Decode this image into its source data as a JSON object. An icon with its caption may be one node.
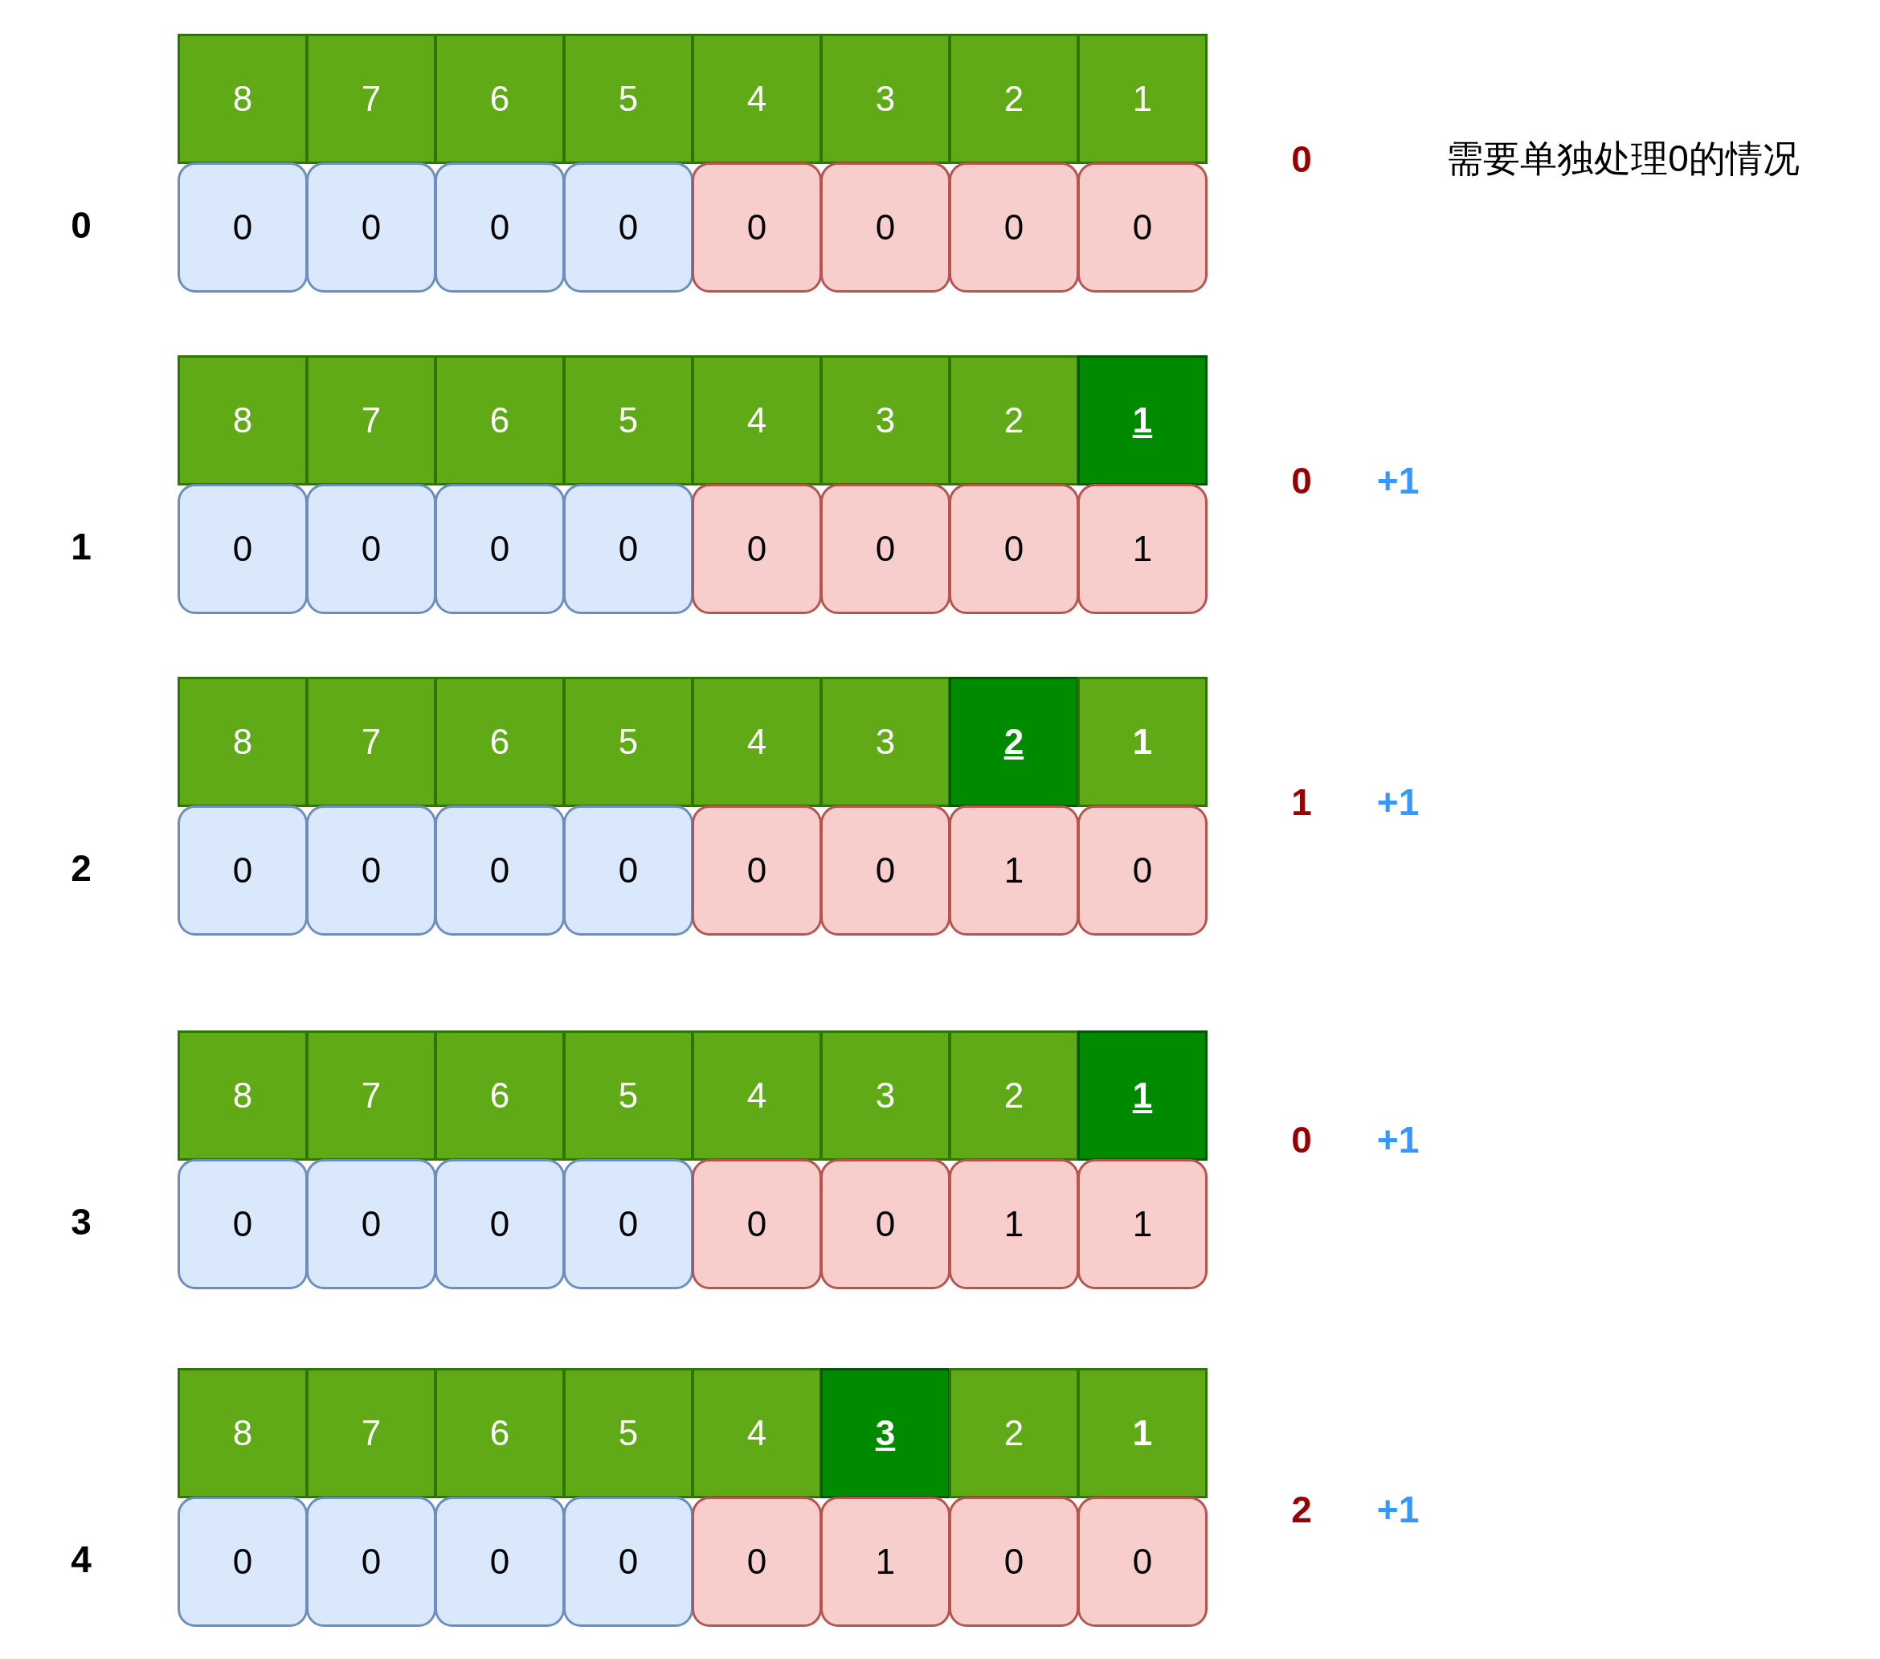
{
  "diagram": {
    "nodes": [
      {
        "text": [
          "8"
        ]
      },
      {
        "text": [
          "7"
        ]
      },
      {
        "text": [
          "6"
        ]
      },
      {
        "text": [
          "5"
        ]
      },
      {
        "text": [
          "4"
        ]
      },
      {
        "text": [
          "3"
        ]
      },
      {
        "text": [
          "2"
        ]
      },
      {
        "text": [
          "1"
        ]
      },
      {
        "text": [
          "0"
        ]
      },
      {
        "text": [
          "0"
        ]
      },
      {
        "text": [
          "0"
        ]
      },
      {
        "text": [
          "0"
        ]
      },
      {
        "text": [
          "0"
        ]
      },
      {
        "text": [
          "0"
        ]
      },
      {
        "text": [
          "0"
        ]
      },
      {
        "text": [
          "0"
        ]
      },
      {
        "text": [
          "8"
        ]
      },
      {
        "text": [
          "7"
        ]
      },
      {
        "text": [
          "6"
        ]
      },
      {
        "text": [
          "5"
        ]
      },
      {
        "text": [
          "4"
        ]
      },
      {
        "text": [
          "3"
        ]
      },
      {
        "text": [
          "2"
        ]
      },
      {
        "text": [
          "1"
        ]
      },
      {
        "text": [
          "0"
        ]
      },
      {
        "text": [
          "0"
        ]
      },
      {
        "text": [
          "0"
        ]
      },
      {
        "text": [
          "0"
        ]
      },
      {
        "text": [
          "0"
        ]
      },
      {
        "text": [
          "0"
        ]
      },
      {
        "text": [
          "0"
        ]
      },
      {
        "text": [
          "1"
        ]
      },
      {
        "text": [
          "8"
        ]
      },
      {
        "text": [
          "7"
        ]
      },
      {
        "text": [
          "6"
        ]
      },
      {
        "text": [
          "5"
        ]
      },
      {
        "text": [
          "4"
        ]
      },
      {
        "text": [
          "3"
        ]
      },
      {
        "text": [
          "2"
        ]
      },
      {
        "text": [
          "1"
        ]
      },
      {
        "text": [
          "0"
        ]
      },
      {
        "text": [
          "0"
        ]
      },
      {
        "text": [
          "0"
        ]
      },
      {
        "text": [
          "0"
        ]
      },
      {
        "text": [
          "0"
        ]
      },
      {
        "text": [
          "0"
        ]
      },
      {
        "text": [
          "1"
        ]
      },
      {
        "text": [
          "0"
        ]
      },
      {
        "text": [
          "8"
        ]
      },
      {
        "text": [
          "7"
        ]
      },
      {
        "text": [
          "6"
        ]
      },
      {
        "text": [
          "5"
        ]
      },
      {
        "text": [
          "4"
        ]
      },
      {
        "text": [
          "3"
        ]
      },
      {
        "text": [
          "2"
        ]
      },
      {
        "text": [
          "1"
        ]
      },
      {
        "text": [
          "0"
        ]
      },
      {
        "text": [
          "0"
        ]
      },
      {
        "text": [
          "0"
        ]
      },
      {
        "text": [
          "0"
        ]
      },
      {
        "text": [
          "0"
        ]
      },
      {
        "text": [
          "0"
        ]
      },
      {
        "text": [
          "1"
        ]
      },
      {
        "text": [
          "1"
        ]
      },
      {
        "text": [
          "8"
        ]
      },
      {
        "text": [
          "7"
        ]
      },
      {
        "text": [
          "6"
        ]
      },
      {
        "text": [
          "5"
        ]
      },
      {
        "text": [
          "4"
        ]
      },
      {
        "text": [
          "3"
        ]
      },
      {
        "text": [
          "2"
        ]
      },
      {
        "text": [
          "1"
        ]
      },
      {
        "text": [
          "0"
        ]
      },
      {
        "text": [
          "0"
        ]
      },
      {
        "text": [
          "0"
        ]
      },
      {
        "text": [
          "0"
        ]
      },
      {
        "text": [
          "0"
        ]
      },
      {
        "text": [
          "1"
        ]
      },
      {
        "text": [
          "0"
        ]
      },
      {
        "text": [
          "0"
        ]
      }
    ],
    "edges": [],
    "labels": [
      "0",
      "0",
      "需要单独处理0的情况",
      "1",
      "0",
      "+1",
      "2",
      "1",
      "+1",
      "3",
      "0",
      "+1",
      "4",
      "2",
      "+1"
    ]
  }
}
